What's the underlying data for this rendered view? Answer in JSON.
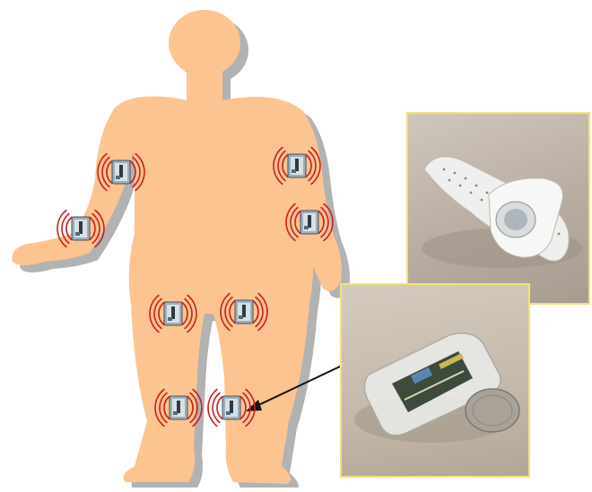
{
  "figure": {
    "background": "#ffffff",
    "body_color": "#fbc490",
    "shadow_color": "#b2b2b2",
    "signal_color": "#cc1f1f",
    "frame_color": "#f2e27a",
    "sensor_count": 8,
    "sensor_sites": [
      "right-upper-arm",
      "left-upper-arm",
      "right-wrist",
      "left-wrist",
      "right-thigh",
      "left-thigh",
      "right-ankle",
      "left-ankle"
    ],
    "photos": [
      "wrist-strap-photo",
      "sensor-device-photo"
    ],
    "icons": [
      "wireless-sensor-icon",
      "signal-waves-icon",
      "pointer-arrow-icon"
    ]
  }
}
